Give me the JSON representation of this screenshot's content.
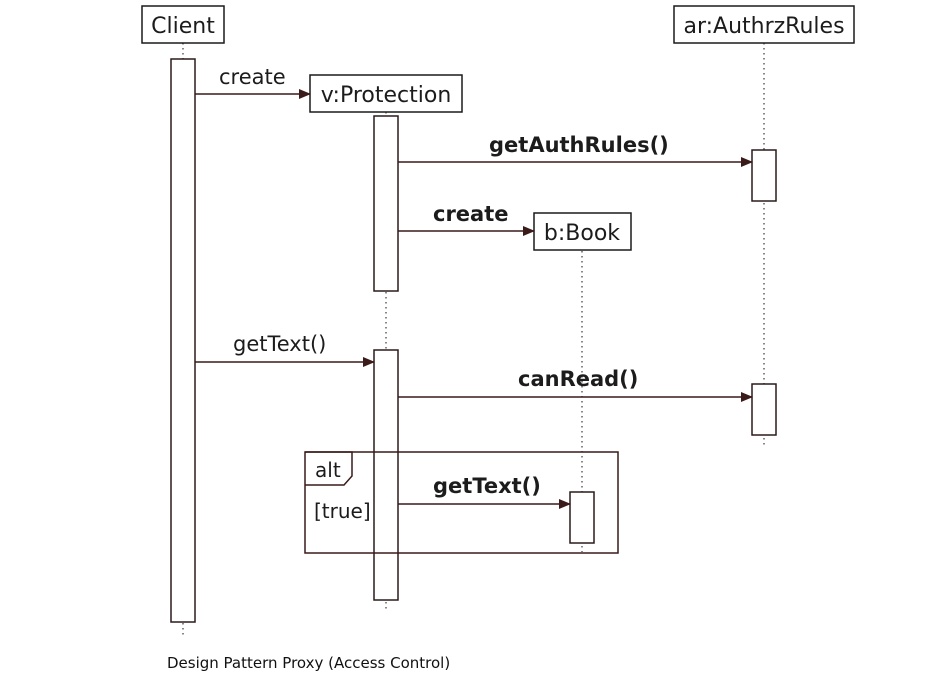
{
  "objects": {
    "client": "Client",
    "protection": "v:Protection",
    "rules": "ar:AuthrzRules",
    "book": "b:Book"
  },
  "messages": {
    "create_protection": "create",
    "get_auth_rules": "getAuthRules()",
    "create_book": "create",
    "get_text_client": "getText()",
    "can_read": "canRead()",
    "get_text_book": "getText()"
  },
  "fragment": {
    "operator": "alt",
    "guard": "[true]"
  },
  "caption": "Design Pattern Proxy (Access Control)",
  "colors": {
    "line": "#3b1a1a",
    "box_border": "#1a1a1a",
    "text": "#1c1c1c"
  }
}
